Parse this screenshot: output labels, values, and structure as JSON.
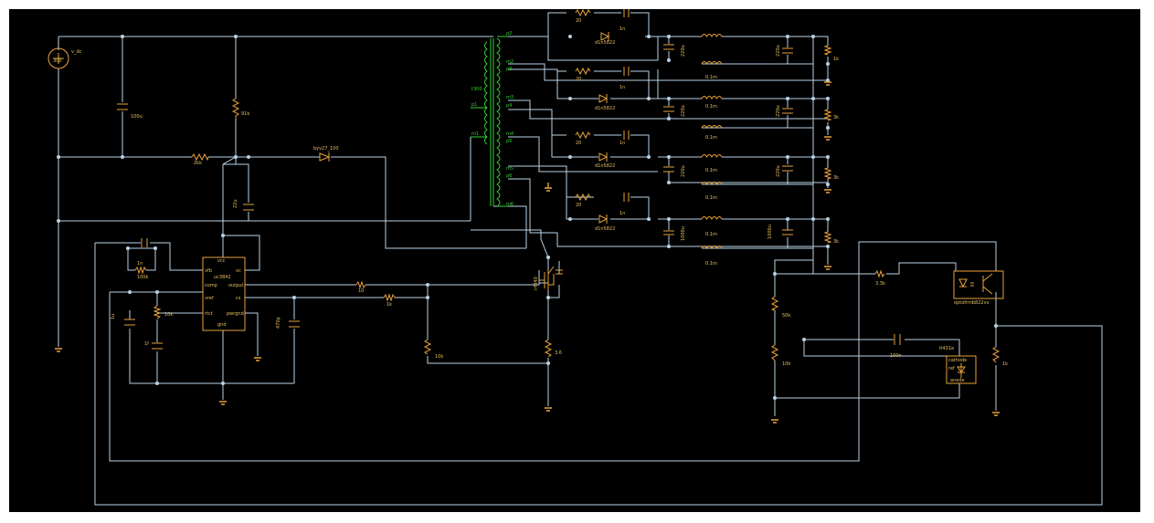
{
  "labels": {
    "vsrc": "v_dc",
    "vsrc_value": "300",
    "c_bulk": "100u",
    "r_start": "91k",
    "r_bias": "2kk",
    "diode_aux": "byv27_100",
    "c_vcc": "22u",
    "ic_vcc": "vcc",
    "ic_vfb": "vfb",
    "ic_comp": "comp",
    "ic_vref": "vref",
    "ic_rtct": "rtct",
    "ic_name": "uc3842",
    "ic_vc": "vc",
    "ic_output": "output",
    "ic_cs": "cs",
    "ic_pwrgnd": "pwrgnd",
    "ic_gnd": "gnd",
    "c_comp": "1n",
    "r_comp": "100k",
    "r_rt": "10k",
    "c_ct": "1f",
    "c_vref": "1u",
    "c_cs": "470p",
    "r_gate": "10",
    "r_cs_filter": "1k",
    "r_gate_pd": "10k",
    "r_sense": "3.6",
    "mosfet": "irf840",
    "xfmr_name": "t300",
    "xfmr_p1": "p1",
    "xfmr_m1": "m1",
    "xfmr_pins": [
      "p2",
      "m2",
      "p3",
      "m3",
      "p4",
      "m4",
      "p5",
      "m5",
      "p6",
      "m6"
    ],
    "snub_r": "20",
    "snub_c": "1n",
    "diode_out": "d1n5822",
    "c_out1": "220u",
    "c_out2": "220u",
    "c_out3": "220u",
    "c_out4": "1000u",
    "c_out5": "220u",
    "c_out6": "220u",
    "c_out7": "220u",
    "c_out8": "1000u",
    "l_out": "0.1m",
    "r_load1": "1k",
    "r_load2": "3k",
    "r_load3": "3k",
    "r_load4": "3k",
    "r_opto": "3.3k",
    "opto": "optofrmb822vv",
    "r_div_top": "50k",
    "r_div_bot": "10k",
    "c_tl": "100n",
    "tl431": "tl431a",
    "tl_cathode": "cathode",
    "tl_ref": "ref",
    "tl_anode": "anode",
    "r_pull": "1k"
  },
  "colors": {
    "background": "#000000",
    "wire": "#b9d2e6",
    "component": "#e8a23c",
    "transformer": "#2fd42f"
  }
}
